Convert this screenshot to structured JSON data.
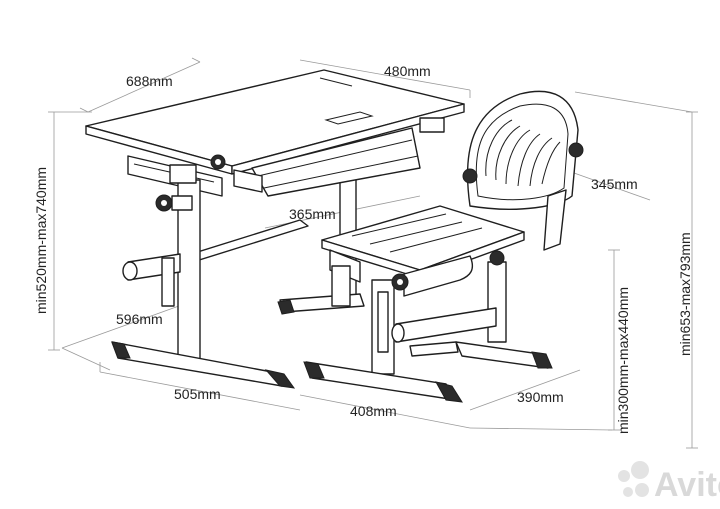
{
  "dimensions": {
    "desk_width": "688mm",
    "desk_depth": "480mm",
    "desk_height": "min520mm-max740mm",
    "desk_base_depth": "596mm",
    "desk_base_width": "505mm",
    "drawer_width": "365mm",
    "chair_back_width": "345mm",
    "chair_total_height": "min653-max793mm",
    "seat_height": "min300mm-max440mm",
    "chair_base_width": "408mm",
    "chair_base_depth": "390mm"
  },
  "watermark": "Avito",
  "colors": {
    "line": "#1f1f1f",
    "dim_line": "#9a9a9a",
    "knob": "#2b2b2b"
  }
}
